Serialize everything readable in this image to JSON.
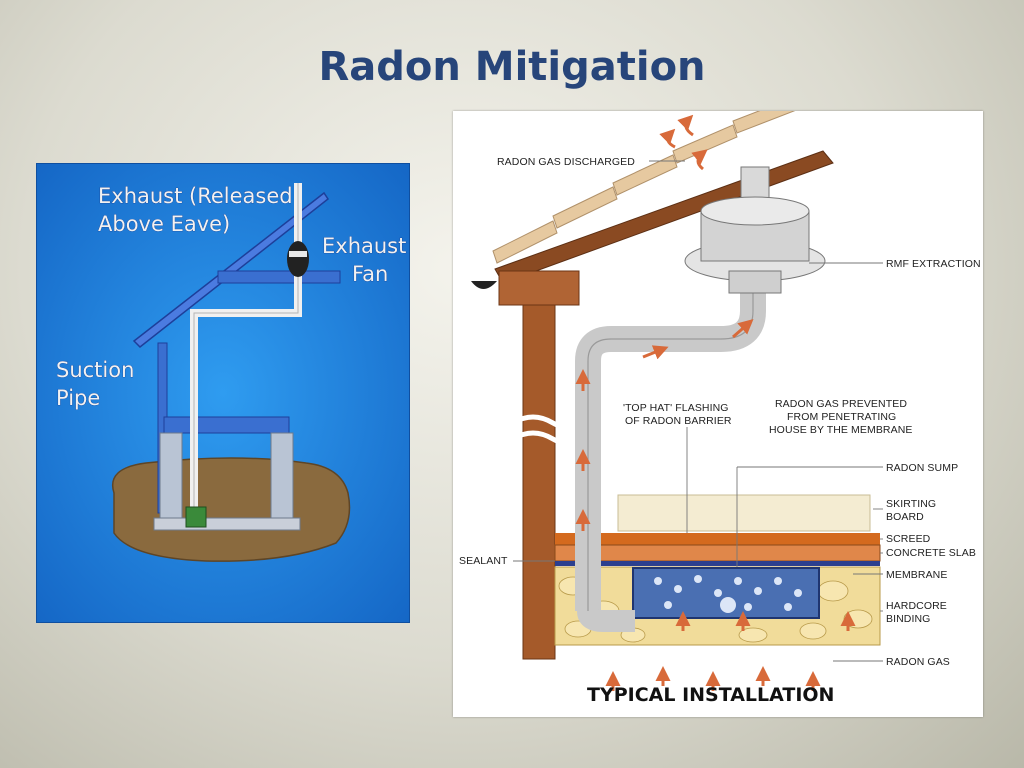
{
  "slide": {
    "title": "Radon Mitigation"
  },
  "left_diagram": {
    "labels": {
      "exhaust_line1": "Exhaust (Released",
      "exhaust_line2": "Above Eave)",
      "fan_line1": "Exhaust",
      "fan_line2": "Fan",
      "suction_line1": "Suction",
      "suction_line2": "Pipe"
    },
    "colors": {
      "background": "#1f8ae6",
      "pipe": "#f0f0f0",
      "soil": "#8a6a3e",
      "frame": "#3a6fd0"
    }
  },
  "right_diagram": {
    "title": "TYPICAL INSTALLATION",
    "labels": {
      "gas_discharged": "RADON GAS DISCHARGED",
      "fan": "RMF EXTRACTION FAN",
      "top_hat_line1": "'TOP HAT' FLASHING",
      "top_hat_line2": "OF RADON BARRIER",
      "prevented_line1": "RADON GAS PREVENTED",
      "prevented_line2": "FROM PENETRATING",
      "prevented_line3": "HOUSE BY THE MEMBRANE",
      "sump": "RADON SUMP",
      "skirting_line1": "SKIRTING",
      "skirting_line2": "BOARD",
      "screed": "SCREED",
      "concrete": "CONCRETE SLAB",
      "sealant": "SEALANT",
      "membrane": "MEMBRANE",
      "hardcore_line1": "HARDCORE",
      "hardcore_line2": "BINDING",
      "radon_gas": "RADON GAS"
    },
    "colors": {
      "roof": "#8a4a22",
      "tile": "#e6c9a0",
      "pipe": "#cfcfcf",
      "arrow": "#d86a3a",
      "screed": "#d46a1e",
      "membrane": "#2b3f8f"
    }
  }
}
